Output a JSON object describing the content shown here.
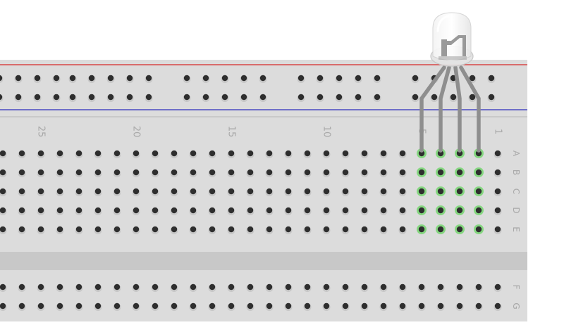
{
  "column_labels": [
    "25",
    "20",
    "15",
    "10",
    "5",
    "1"
  ],
  "row_labels_top": [
    "A",
    "B",
    "C",
    "D",
    "E"
  ],
  "row_labels_bottom": [
    "F",
    "G"
  ],
  "component": {
    "name": "rgb-led",
    "icon": "led-icon",
    "pin_count": 4,
    "inserted_columns": [
      5,
      4,
      3,
      2
    ]
  },
  "colors": {
    "board": "#dcdcdc",
    "hole": "#2e2e2e",
    "hole_ring": "#bdbdbd",
    "active_hole": "#7fd67a",
    "rail_positive": "#d62828",
    "rail_negative": "#2d2dbb",
    "label": "#a8a8a8",
    "lead": "#8e8e8e"
  }
}
